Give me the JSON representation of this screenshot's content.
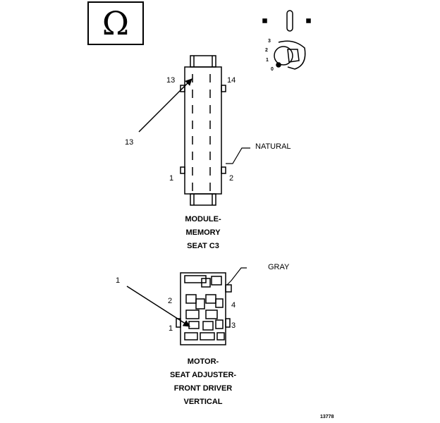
{
  "symbols": {
    "omega": "Ω",
    "key_positions": [
      "3",
      "2",
      "1",
      "0"
    ]
  },
  "connector_top": {
    "pin_labels": {
      "top_left": "13",
      "top_right": "14",
      "bottom_left": "1",
      "bottom_right": "2"
    },
    "callout_pin": "13",
    "color_label": "NATURAL",
    "caption_lines": [
      "MODULE-",
      "MEMORY",
      "SEAT C3"
    ]
  },
  "connector_bottom": {
    "callout_pin": "1",
    "color_label": "GRAY",
    "pin_labels": {
      "left_upper": "2",
      "left_lower": "1",
      "right_upper": "4",
      "right_lower": "3"
    },
    "caption_lines": [
      "MOTOR-",
      "SEAT ADJUSTER-",
      "FRONT DRIVER",
      "VERTICAL"
    ]
  },
  "figure_number": "13778"
}
